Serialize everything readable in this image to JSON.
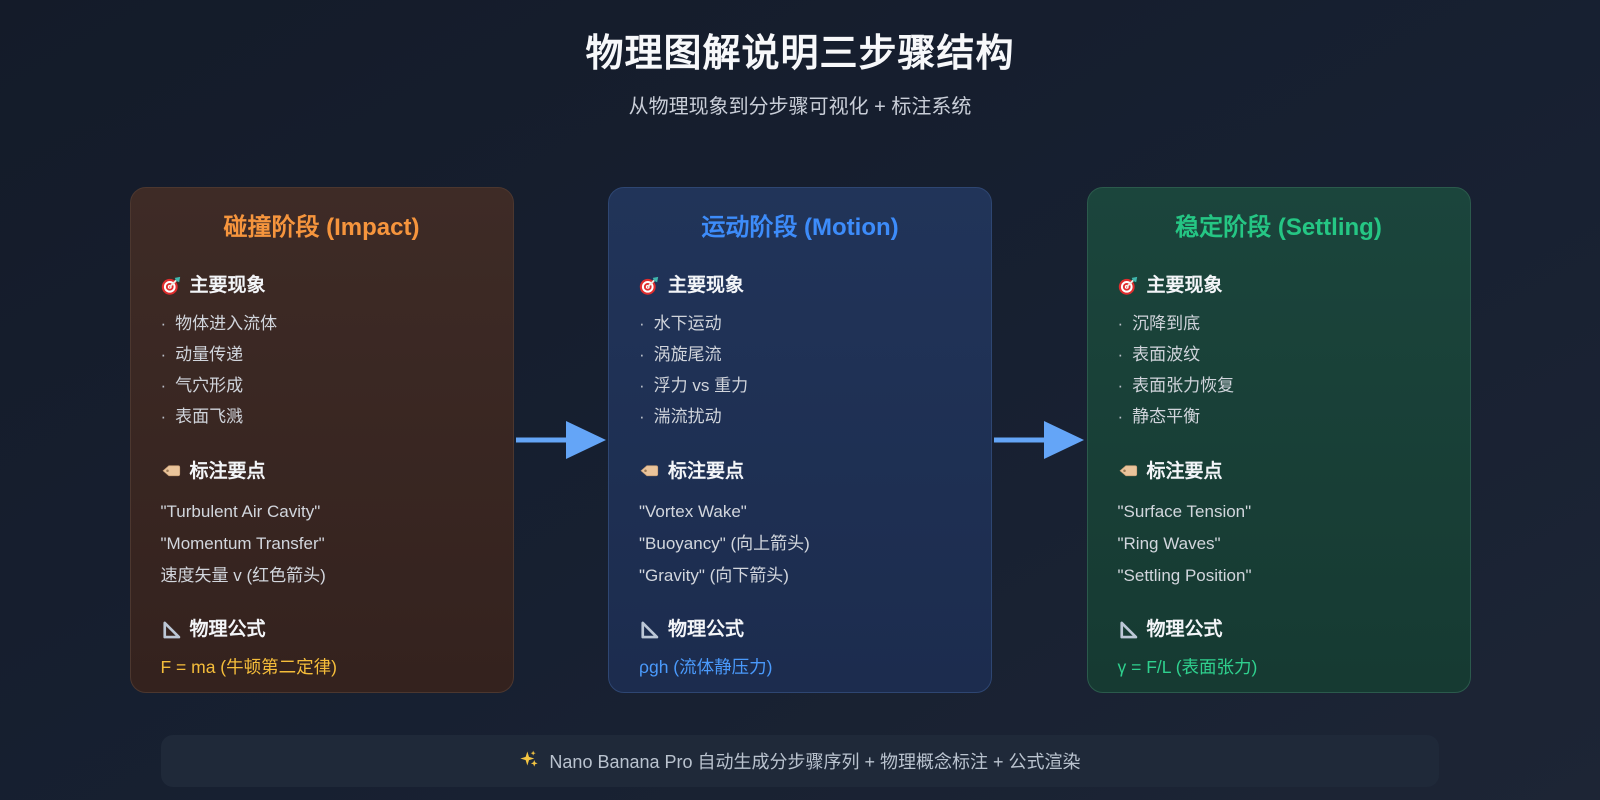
{
  "header": {
    "title": "物理图解说明三步骤结构",
    "subtitle": "从物理现象到分步骤可视化 + 标注系统"
  },
  "section_labels": {
    "phenomena": "主要现象",
    "annotations": "标注要点",
    "formula": "物理公式"
  },
  "cards": [
    {
      "id": "impact",
      "title": "碰撞阶段 (Impact)",
      "accent_color": "#f6953d",
      "bg_top": "#3e2b26",
      "bg_bottom": "#34221e",
      "border_color": "#4c372f",
      "phenomena": [
        "物体进入流体",
        "动量传递",
        "气穴形成",
        "表面飞溅"
      ],
      "annotations": [
        "\"Turbulent Air Cavity\"",
        "\"Momentum Transfer\"",
        "速度矢量 v (红色箭头)"
      ],
      "formula": "F = ma (牛顿第二定律)",
      "formula_color": "#f5bd3a"
    },
    {
      "id": "motion",
      "title": "运动阶段 (Motion)",
      "accent_color": "#3d8cfa",
      "bg_top": "#213459",
      "bg_bottom": "#1c2c4e",
      "border_color": "#2e4672",
      "phenomena": [
        "水下运动",
        "涡旋尾流",
        "浮力 vs 重力",
        "湍流扰动"
      ],
      "annotations": [
        "\"Vortex Wake\"",
        "\"Buoyancy\" (向上箭头)",
        "\"Gravity\" (向下箭头)"
      ],
      "formula": "ρgh (流体静压力)",
      "formula_color": "#4a9afc"
    },
    {
      "id": "settling",
      "title": "稳定阶段 (Settling)",
      "accent_color": "#25c684",
      "bg_top": "#1b453c",
      "bg_bottom": "#163a32",
      "border_color": "#2b5a4c",
      "phenomena": [
        "沉降到底",
        "表面波纹",
        "表面张力恢复",
        "静态平衡"
      ],
      "annotations": [
        "\"Surface Tension\"",
        "\"Ring Waves\"",
        "\"Settling Position\""
      ],
      "formula": "γ = F/L (表面张力)",
      "formula_color": "#2fd08e"
    }
  ],
  "arrow_color": "#64a5f7",
  "footer": {
    "text": "Nano Banana Pro 自动生成分步骤序列 + 物理概念标注 + 公式渲染"
  },
  "icons": {
    "phenomena": "target-icon",
    "annotations": "label-icon",
    "formula": "ruler-icon",
    "footer": "sparkles-icon"
  }
}
